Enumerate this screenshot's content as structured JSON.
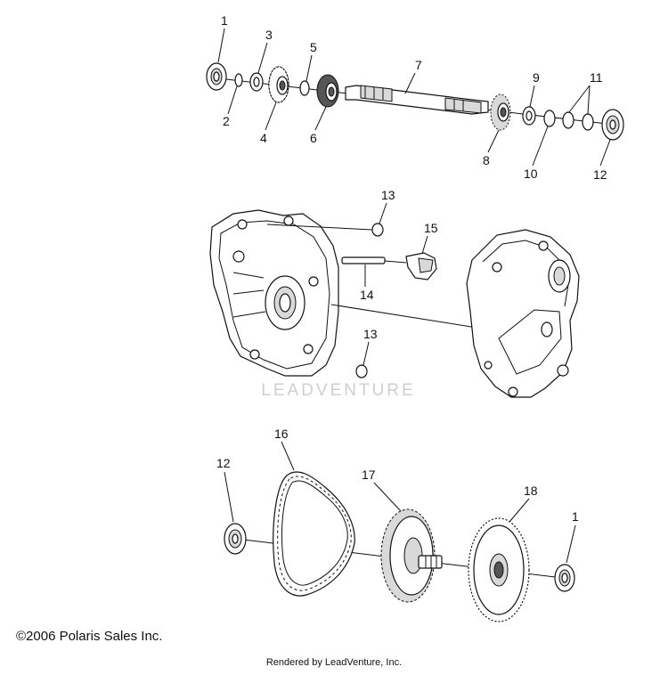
{
  "callouts": {
    "c1a": "1",
    "c2": "2",
    "c3": "3",
    "c4": "4",
    "c5": "5",
    "c6": "6",
    "c7": "7",
    "c8": "8",
    "c9": "9",
    "c10": "10",
    "c11": "11",
    "c12a": "12",
    "c13a": "13",
    "c15": "15",
    "c14": "14",
    "c13b": "13",
    "c16": "16",
    "c17": "17",
    "c18": "18",
    "c12b": "12",
    "c1b": "1"
  },
  "watermark": "LEADVENTURE",
  "copyright": "©2006 Polaris Sales Inc.",
  "rendered_by": "Rendered by LeadVenture, Inc."
}
